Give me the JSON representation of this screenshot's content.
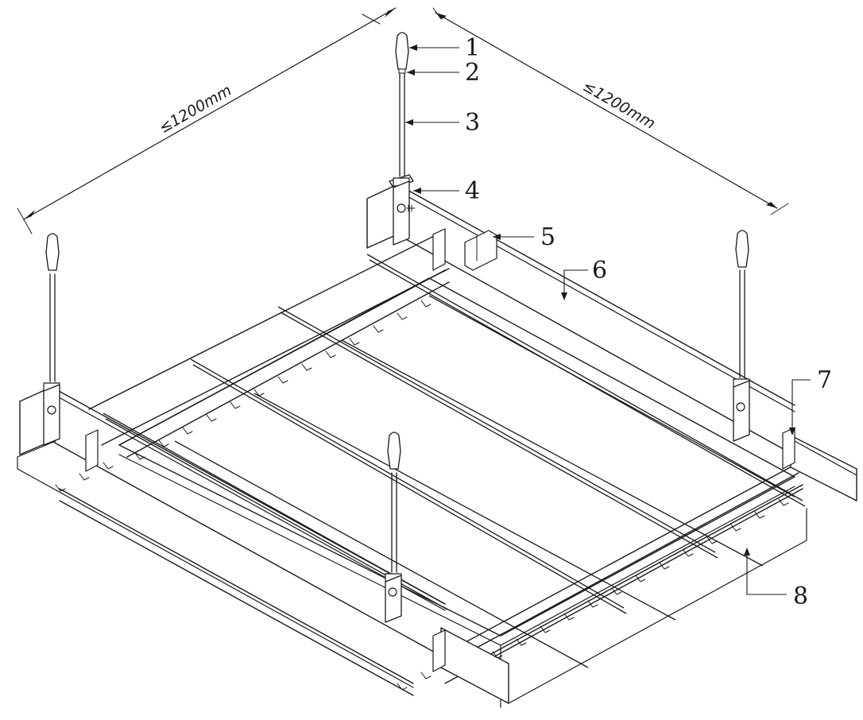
{
  "diagram": {
    "dimension_labels": {
      "left_span": "≤1200mm",
      "right_span": "≤1200mm"
    },
    "callouts": [
      {
        "id": "1",
        "label": "1"
      },
      {
        "id": "2",
        "label": "2"
      },
      {
        "id": "3",
        "label": "3"
      },
      {
        "id": "4",
        "label": "4"
      },
      {
        "id": "5",
        "label": "5"
      },
      {
        "id": "6",
        "label": "6"
      },
      {
        "id": "7",
        "label": "7"
      },
      {
        "id": "8",
        "label": "8"
      }
    ],
    "colors": {
      "line": "#1a1a1a",
      "background": "#ffffff"
    }
  }
}
